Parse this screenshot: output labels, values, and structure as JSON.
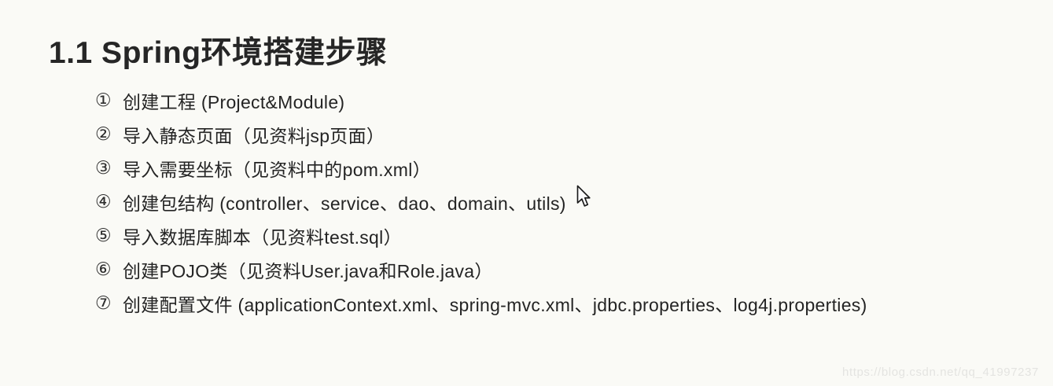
{
  "title": "1.1 Spring环境搭建步骤",
  "steps": [
    {
      "num": "①",
      "text": "创建工程 (Project&Module)"
    },
    {
      "num": "②",
      "text": "导入静态页面（见资料jsp页面）"
    },
    {
      "num": "③",
      "text": "导入需要坐标（见资料中的pom.xml）"
    },
    {
      "num": "④",
      "text": "创建包结构 (controller、service、dao、domain、utils)"
    },
    {
      "num": "⑤",
      "text": "导入数据库脚本（见资料test.sql）"
    },
    {
      "num": "⑥",
      "text": "创建POJO类（见资料User.java和Role.java）"
    },
    {
      "num": "⑦",
      "text": "创建配置文件 (applicationContext.xml、spring-mvc.xml、jdbc.properties、log4j.properties)"
    }
  ],
  "watermark": "https://blog.csdn.net/qq_41997237",
  "cursor": {
    "icon": "mouse-pointer"
  },
  "colors": {
    "background": "#fafaf6",
    "text": "#242424",
    "title": "#262626",
    "watermark": "#e4e4e1"
  }
}
